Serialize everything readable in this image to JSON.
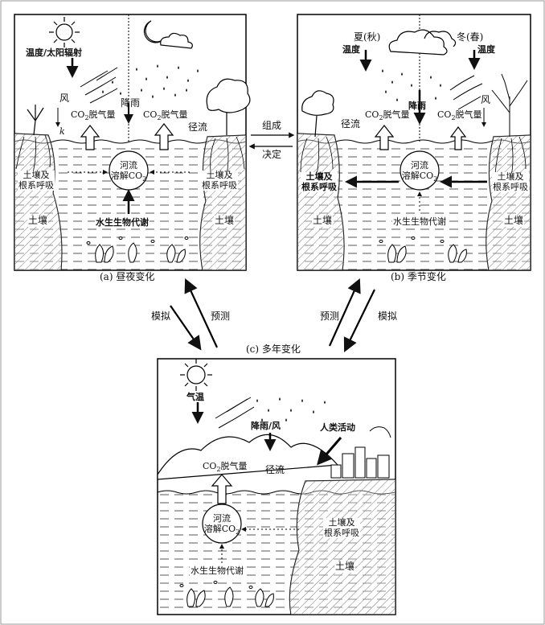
{
  "panel_a": {
    "caption": "(a) 昼夜变化",
    "temp_solar": "温度/太阳辐射",
    "wind": "风",
    "k": "k",
    "rain": "降雨",
    "co2_left": "CO",
    "co2_left_sub": "2",
    "co2_left_tail": "脱气量",
    "co2_right": "CO",
    "co2_right_sub": "2",
    "co2_right_tail": "脱气量",
    "runoff": "径流",
    "river_line1": "河流",
    "river_line2": "溶解CO",
    "river_sub": "2",
    "soil_resp_left_1": "土壤及",
    "soil_resp_left_2": "根系呼吸",
    "soil_resp_right_1": "土壤及",
    "soil_resp_right_2": "根系呼吸",
    "aquatic": "水生生物代谢",
    "soil_left": "土壤",
    "soil_right": "土壤"
  },
  "panel_b": {
    "caption": "(b) 季节变化",
    "summer": "夏(秋)",
    "winter": "冬(春)",
    "temp_left": "温度",
    "temp_right": "温度",
    "rain": "降雨",
    "wind": "风",
    "runoff": "径流",
    "co2_left": "CO",
    "co2_left_sub": "2",
    "co2_left_tail": "脱气量",
    "co2_right": "CO",
    "co2_right_sub": "2",
    "co2_right_tail": "脱气量",
    "river_line1": "河流",
    "river_line2": "溶解CO",
    "river_sub": "2",
    "soil_resp_left_1": "土壤及",
    "soil_resp_left_2": "根系呼吸",
    "soil_resp_right_1": "土壤及",
    "soil_resp_right_2": "根系呼吸",
    "aquatic": "水生生物代谢",
    "soil_left": "土壤",
    "soil_right": "土壤"
  },
  "panel_c": {
    "caption": "(c) 多年变化",
    "air_temp": "气温",
    "rain_wind": "降雨/风",
    "human": "人类活动",
    "co2": "CO",
    "co2_sub": "2",
    "co2_tail": "脱气量",
    "runoff": "径流",
    "river_line1": "河流",
    "river_line2": "溶解CO",
    "river_sub": "2",
    "soil_resp_1": "土壤及",
    "soil_resp_2": "根系呼吸",
    "soil": "土壤",
    "aquatic": "水生生物代谢"
  },
  "links": {
    "compose": "组成",
    "decide": "决定",
    "simulate_left": "模拟",
    "predict_left": "预测",
    "predict_right": "预测",
    "simulate_right": "模拟"
  }
}
